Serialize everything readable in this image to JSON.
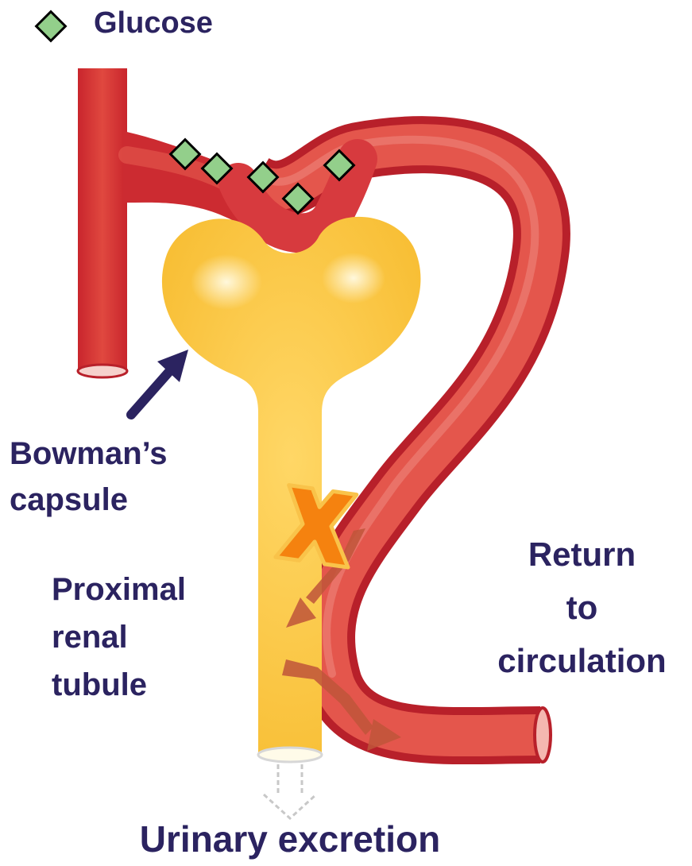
{
  "legend": {
    "glucose_label": "Glucose",
    "glucose_icon": "green-diamond-icon"
  },
  "labels": {
    "bowmans_capsule": [
      "Bowman’s",
      "capsule"
    ],
    "proximal_tubule": [
      "Proximal",
      "renal",
      "tubule"
    ],
    "return_to_circulation": [
      "Return",
      "to",
      "circulation"
    ],
    "urinary_excretion": "Urinary excretion"
  },
  "markers": {
    "blocked_reabsorption": "orange-x-icon"
  },
  "colors": {
    "label": "#2b2360",
    "vessel": "#d7353b",
    "vessel_light": "#ea7a70",
    "capsule": "#fcc845",
    "capsule_light": "#fff3c9",
    "glucose": "#93cf8b",
    "x_marker": "#f5820f",
    "flow_arrow": "#c0553a"
  }
}
